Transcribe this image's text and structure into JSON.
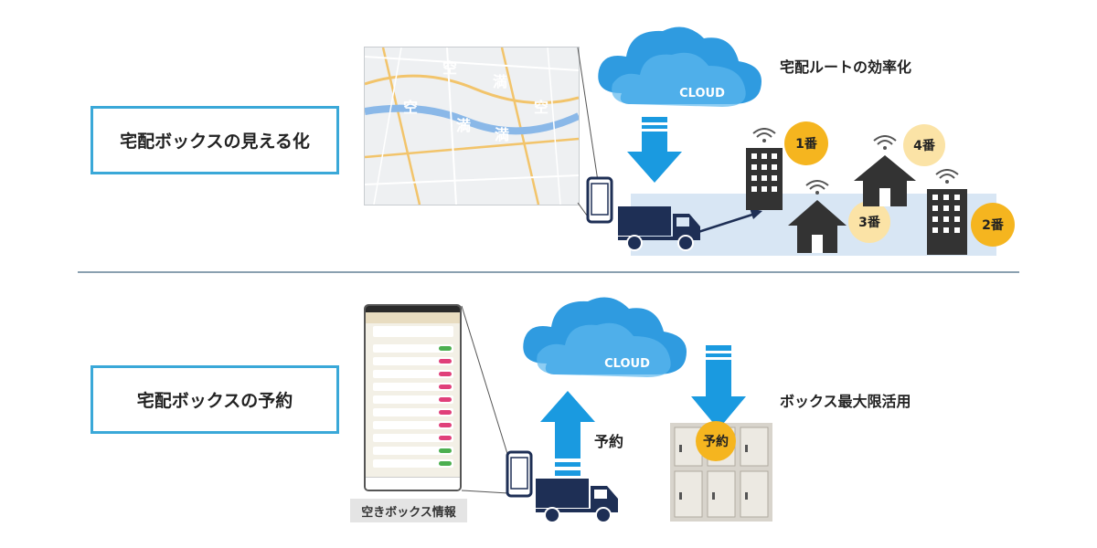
{
  "top": {
    "label": "宅配ボックスの見える化",
    "route_caption": "宅配ルートの効率化",
    "cloud": "CLOUD",
    "map_pins": [
      {
        "text": "空",
        "kind": "empty"
      },
      {
        "text": "満",
        "kind": "full"
      },
      {
        "text": "空",
        "kind": "empty"
      },
      {
        "text": "満",
        "kind": "full"
      },
      {
        "text": "空",
        "kind": "empty"
      },
      {
        "text": "満",
        "kind": "full"
      }
    ],
    "orders": [
      "1番",
      "4番",
      "3番",
      "2番"
    ]
  },
  "bottom": {
    "label": "宅配ボックスの予約",
    "capacity_caption": "ボックス最大限活用",
    "cloud": "CLOUD",
    "reserve_caption": "予約",
    "locker_badge": "予約",
    "vacant_info": "空きボックス情報"
  },
  "colors": {
    "accent": "#3aa8d8",
    "arrow": "#1a9ae0",
    "truck": "#1e2f55",
    "empty_pin": "#6aa62e",
    "full_pin": "#e57a28",
    "order_bubble": "#f5b51f",
    "order_bubble_light": "#fbe3a6"
  }
}
